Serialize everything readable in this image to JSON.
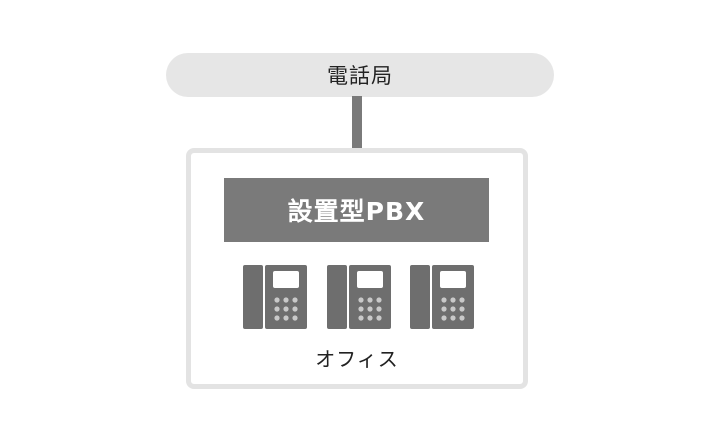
{
  "exchange": {
    "label": "電話局"
  },
  "pbx": {
    "label": "設置型PBX"
  },
  "office": {
    "label": "オフィス"
  },
  "phones": [
    {
      "icon": "desk-phone-icon"
    },
    {
      "icon": "desk-phone-icon"
    },
    {
      "icon": "desk-phone-icon"
    }
  ],
  "colors": {
    "pill": "#e6e6e6",
    "pbx": "#7a7a7a",
    "line": "#7a7a7a",
    "border": "#e3e3e3",
    "phone": "#6e6e6e",
    "phone_dark": "#5a5a5a"
  }
}
